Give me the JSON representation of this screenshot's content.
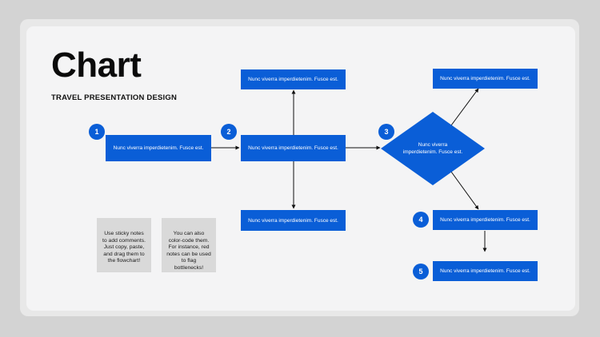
{
  "slide": {
    "title": "Chart",
    "subtitle": "TRAVEL PRESENTATION DESIGN"
  },
  "flowchart": {
    "box_text": "Nunc viverra imperdietenim. Fusce est.",
    "boxes": [
      {
        "id": "step-1",
        "text": "Nunc viverra imperdietenim. Fusce est."
      },
      {
        "id": "step-2",
        "text": "Nunc viverra imperdietenim. Fusce est."
      },
      {
        "id": "top-middle",
        "text": "Nunc viverra imperdietenim. Fusce est."
      },
      {
        "id": "bottom-middle",
        "text": "Nunc viverra imperdietenim. Fusce est."
      },
      {
        "id": "top-right",
        "text": "Nunc viverra imperdietenim. Fusce est."
      },
      {
        "id": "step-4",
        "text": "Nunc viverra imperdietenim. Fusce est."
      },
      {
        "id": "step-5",
        "text": "Nunc viverra imperdietenim. Fusce est."
      }
    ],
    "decision": {
      "text": "Nunc viverra imperdietenim. Fusce est."
    },
    "badges": [
      "1",
      "2",
      "3",
      "4",
      "5"
    ],
    "colors": {
      "accent": "#0a5ed7",
      "note": "#d9d9d9",
      "line": "#111111"
    }
  },
  "notes": [
    {
      "text": "Use sticky notes to add comments. Just copy, paste, and drag them to the flowchart!"
    },
    {
      "text": "You can also color-code them. For instance, red notes can be used to flag bottlenecks!"
    }
  ]
}
